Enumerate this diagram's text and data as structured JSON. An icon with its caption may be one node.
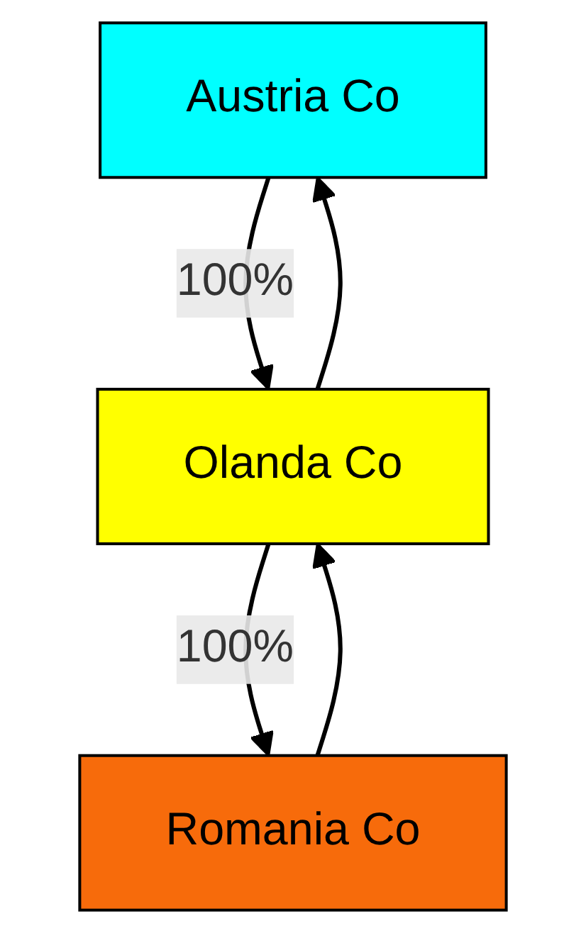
{
  "diagram": {
    "nodes": [
      {
        "text": [
          "Austria Co"
        ]
      },
      {
        "text": [
          "Olanda Co"
        ]
      },
      {
        "text": [
          "Romania Co"
        ]
      }
    ],
    "edges": [
      {
        "from": 0,
        "to": 1,
        "arrow": "to",
        "label": "100%"
      },
      {
        "from": 1,
        "to": 2,
        "arrow": "to",
        "label": "100%"
      },
      {
        "from": 1,
        "to": 0,
        "arrow": "to"
      },
      {
        "from": 2,
        "to": 1,
        "arrow": "to"
      }
    ]
  }
}
